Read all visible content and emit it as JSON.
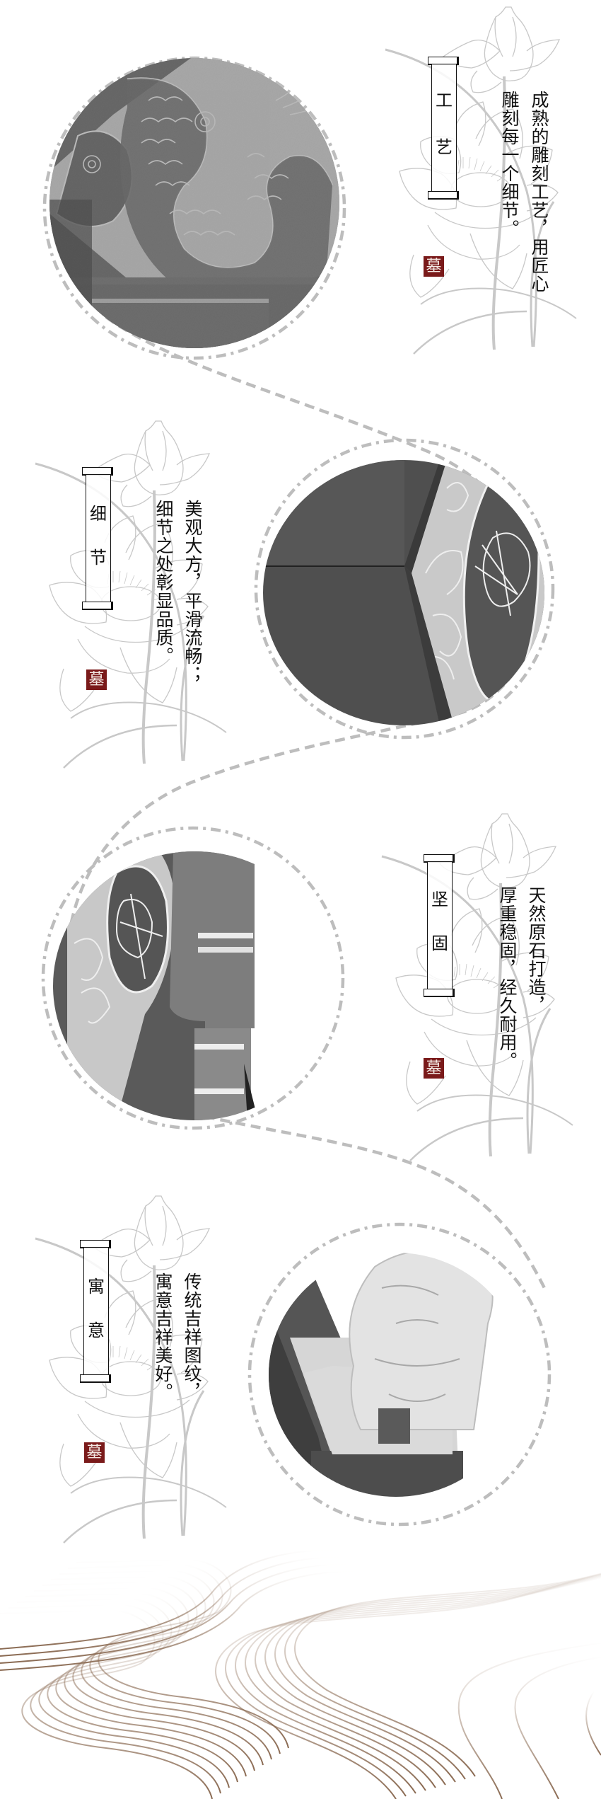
{
  "theme": {
    "seal_color": "#7a1a1a",
    "dash_color": "#bdbdbd",
    "lotus_color": "#c8c8c8",
    "wave_color": "#8a6a52",
    "text_color": "#111111"
  },
  "seal_char": "墓",
  "sections": [
    {
      "label_chars": [
        "工",
        "艺"
      ],
      "text_columns": [
        "成熟的雕刻工艺，用匠心",
        "雕刻每一个细节。"
      ],
      "photo": "carved-dragon-granite"
    },
    {
      "label_chars": [
        "细",
        "节"
      ],
      "text_columns": [
        "美观大方，平滑流畅；",
        "细节之处彰显品质。"
      ],
      "photo": "carved-flower-corner-granite"
    },
    {
      "label_chars": [
        "坚",
        "固"
      ],
      "text_columns": [
        "天然原石打造，",
        "厚重稳固，经久耐用。"
      ],
      "photo": "granite-stepped-edge"
    },
    {
      "label_chars": [
        "寓",
        "意"
      ],
      "text_columns": [
        "传统吉祥图纹，",
        "寓意吉祥美好。"
      ],
      "photo": "stone-lion-sculpture"
    }
  ]
}
